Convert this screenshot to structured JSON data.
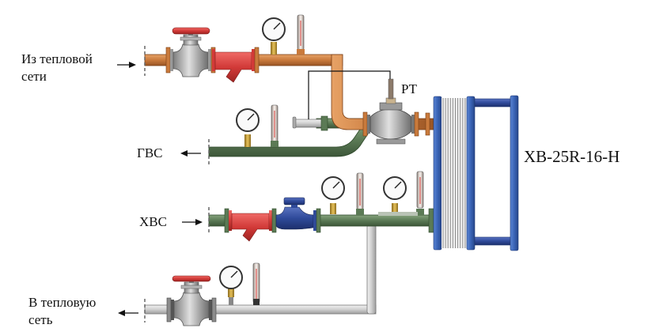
{
  "labels": {
    "supply_line1": "Из тепловой",
    "supply_line2": "сети",
    "dhw": "ГВС",
    "cold_water": "ХВС",
    "return_line1": "В тепловую",
    "return_line2": "сеть",
    "regulator": "РТ",
    "heat_exchanger": "ХВ-25R-16-Н"
  },
  "colors": {
    "supply_pipe": "#c97a3c",
    "dhw_pipe": "#5b7a55",
    "return_pipe": "#c8c8c8",
    "valve_red": "#d23a38",
    "meter_blue": "#2f4a9a",
    "exchanger_frame": "#3a64b6",
    "valve_grey": "#9a9a9a"
  },
  "flows": {
    "supply": "in",
    "dhw": "out",
    "cold_water": "in",
    "return": "out"
  }
}
